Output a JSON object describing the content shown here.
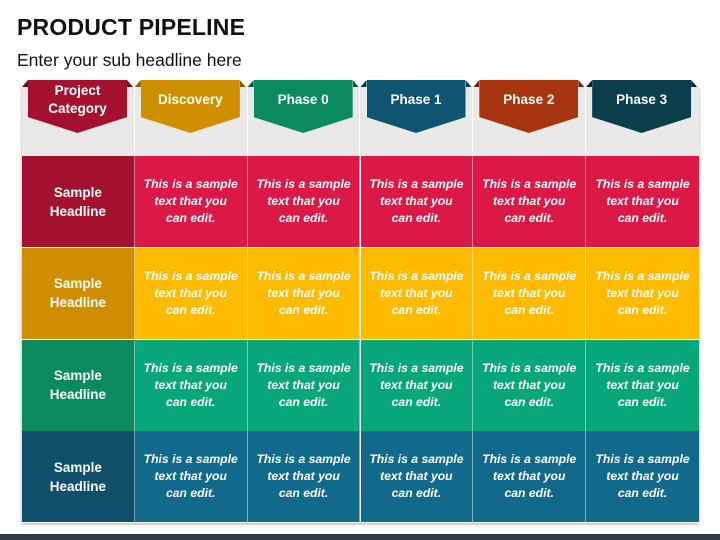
{
  "title": "PRODUCT PIPELINE",
  "subtitle": "Enter your sub headline here",
  "header": [
    {
      "line1": "Project",
      "line2": "Category",
      "color": "#a5102e",
      "fold": "#6e0a1f"
    },
    {
      "line1": "Discovery",
      "line2": "",
      "color": "#d08f00",
      "fold": "#8a5e00"
    },
    {
      "line1": "Phase 0",
      "line2": "",
      "color": "#0a8a5e",
      "fold": "#075c3f"
    },
    {
      "line1": "Phase 1",
      "line2": "",
      "color": "#0f5470",
      "fold": "#093a4d"
    },
    {
      "line1": "Phase 2",
      "line2": "",
      "color": "#a83510",
      "fold": "#70230b"
    },
    {
      "line1": "Phase 3",
      "line2": "",
      "color": "#0c3d4a",
      "fold": "#062830"
    }
  ],
  "rows": [
    {
      "head1": "Sample",
      "head2": "Headline",
      "head_color": "#a3112f",
      "cell_color": "#dc1847",
      "cells": [
        [
          "This is a sample",
          "text that you",
          "can edit."
        ],
        [
          "This is a sample",
          "text that you",
          "can edit."
        ],
        [
          "This is a sample",
          "text that you",
          "can edit."
        ],
        [
          "This is a sample",
          "text that you",
          "can edit."
        ],
        [
          "This is a sample",
          "text that you",
          "can edit."
        ]
      ]
    },
    {
      "head1": "Sample",
      "head2": "Headline",
      "head_color": "#cf8e00",
      "cell_color": "#ffbb00",
      "cells": [
        [
          "This is a sample",
          "text that you",
          "can edit."
        ],
        [
          "This is a sample",
          "text that you",
          "can edit."
        ],
        [
          "This is a sample",
          "text that you",
          "can edit."
        ],
        [
          "This is a sample",
          "text that you",
          "can edit."
        ],
        [
          "This is a sample",
          "text that you",
          "can edit."
        ]
      ]
    },
    {
      "head1": "Sample",
      "head2": "Headline",
      "head_color": "#0b8a5e",
      "cell_color": "#08a77a",
      "cells": [
        [
          "This is a sample",
          "text that you",
          "can edit."
        ],
        [
          "This is a sample",
          "text that you",
          "can edit."
        ],
        [
          "This is a sample",
          "text that you",
          "can edit."
        ],
        [
          "This is a sample",
          "text that you",
          "can edit."
        ],
        [
          "This is a sample",
          "text that you",
          "can edit."
        ]
      ]
    },
    {
      "head1": "Sample",
      "head2": "Headline",
      "head_color": "#0f4f69",
      "cell_color": "#116a8b",
      "cells": [
        [
          "This is a sample",
          "text that you",
          "can edit."
        ],
        [
          "This is a sample",
          "text that you",
          "can edit."
        ],
        [
          "This is a sample",
          "text that you",
          "can edit."
        ],
        [
          "This is a sample",
          "text that you",
          "can edit."
        ],
        [
          "This is a sample",
          "text that you",
          "can edit."
        ]
      ]
    }
  ]
}
